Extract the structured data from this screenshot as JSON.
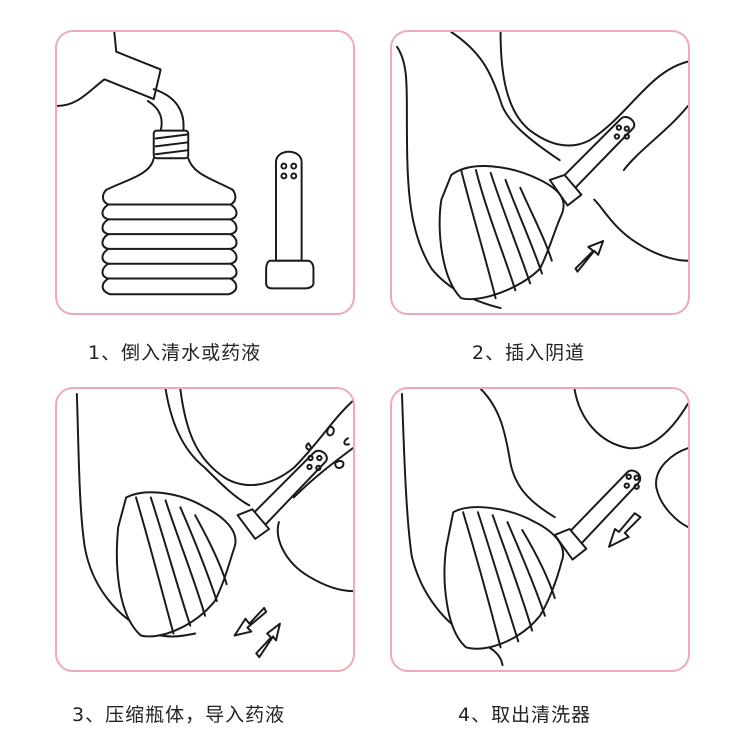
{
  "steps": [
    {
      "number": "1",
      "caption": "1、倒入清水或药液",
      "illustration": "pour-liquid-into-bottle"
    },
    {
      "number": "2",
      "caption": "2、插入阴道",
      "illustration": "insert-applicator"
    },
    {
      "number": "3",
      "caption": "3、压缩瓶体，导入药液",
      "illustration": "squeeze-bottle"
    },
    {
      "number": "4",
      "caption": "4、取出清洗器",
      "illustration": "remove-cleaner"
    }
  ],
  "colors": {
    "panel_border": "#eeaab8",
    "line": "#1a1a1a",
    "text": "#222222"
  }
}
